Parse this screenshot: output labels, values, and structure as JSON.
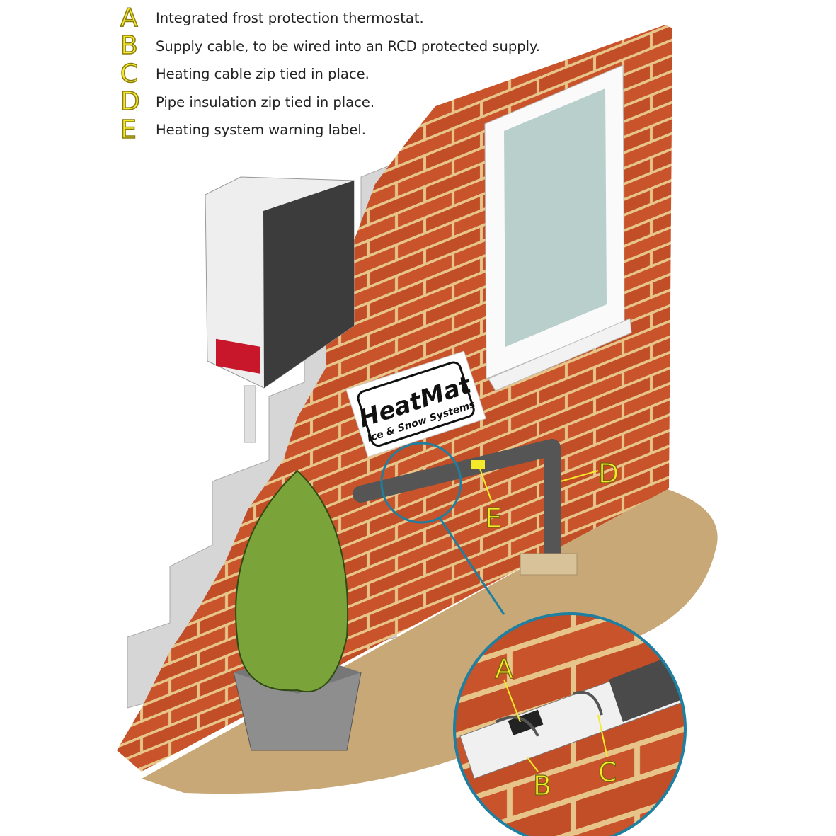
{
  "legend": [
    {
      "letter": "A",
      "text": "Integrated frost protection thermostat."
    },
    {
      "letter": "B",
      "text": "Supply cable, to be wired into an RCD protected supply."
    },
    {
      "letter": "C",
      "text": "Heating cable zip tied in place."
    },
    {
      "letter": "D",
      "text": "Pipe insulation zip tied in place."
    },
    {
      "letter": "E",
      "text": "Heating system warning label."
    }
  ],
  "sign": {
    "brand": "HeatMat",
    "tagline": "Ice & Snow Systems"
  },
  "callouts": {
    "a": "A",
    "b": "B",
    "c": "C",
    "d": "D",
    "e": "E"
  },
  "colors": {
    "brick": "#c9532a",
    "mortar": "#e8c98a",
    "label_yellow": "#f5ea2a",
    "pipe": "#5a5a5a",
    "ring": "#1f7fa0"
  }
}
